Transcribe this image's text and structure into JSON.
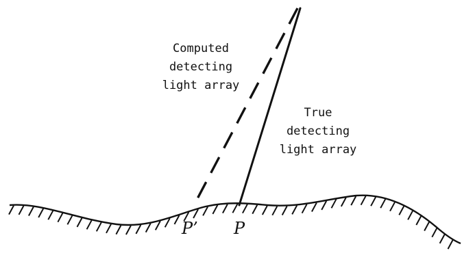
{
  "labels": {
    "computed_line1": "Computed",
    "computed_line2": "detecting",
    "computed_line3": "light array",
    "true_line1": "True",
    "true_line2": "detecting",
    "true_line3": "light array",
    "point_computed": "P’",
    "point_true": "P"
  },
  "colors": {
    "ink": "#111111",
    "background": "#ffffff"
  }
}
